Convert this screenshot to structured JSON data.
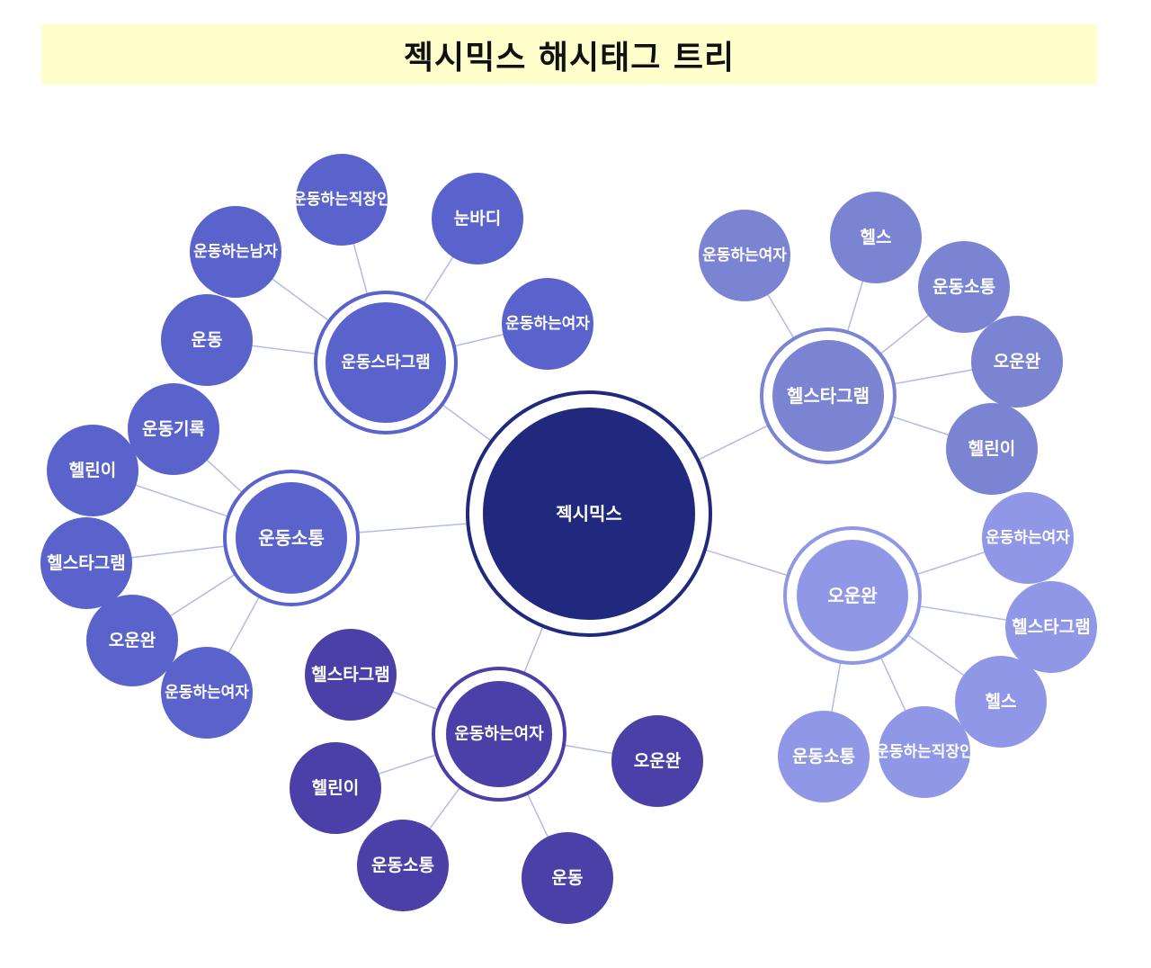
{
  "title": "젝시믹스 해시태그 트리",
  "colors": {
    "title_bg": "#ffffcc",
    "root": "#21297e",
    "link": "#b4bae6"
  },
  "tree": {
    "label": "젝시믹스",
    "color": "#21297e",
    "children": [
      {
        "label": "운동스타그램",
        "color": "#5a62cc",
        "children": [
          {
            "label": "운동"
          },
          {
            "label": "운동하는남자"
          },
          {
            "label": "운동하는직장인"
          },
          {
            "label": "눈바디"
          },
          {
            "label": "운동하는여자"
          }
        ]
      },
      {
        "label": "헬스타그램",
        "color": "#7b83d3",
        "children": [
          {
            "label": "운동하는여자"
          },
          {
            "label": "헬스"
          },
          {
            "label": "운동소통"
          },
          {
            "label": "오운완"
          },
          {
            "label": "헬린이"
          }
        ]
      },
      {
        "label": "오운완",
        "color": "#9097e6",
        "children": [
          {
            "label": "운동하는여자"
          },
          {
            "label": "헬스타그램"
          },
          {
            "label": "헬스"
          },
          {
            "label": "운동하는직장인"
          },
          {
            "label": "운동소통"
          }
        ]
      },
      {
        "label": "운동하는여자",
        "color": "#4a40a8",
        "children": [
          {
            "label": "헬스타그램"
          },
          {
            "label": "헬린이"
          },
          {
            "label": "운동소통"
          },
          {
            "label": "운동"
          },
          {
            "label": "오운완"
          }
        ]
      },
      {
        "label": "운동소통",
        "color": "#5a62cc",
        "children": [
          {
            "label": "운동기록"
          },
          {
            "label": "헬린이"
          },
          {
            "label": "헬스타그램"
          },
          {
            "label": "오운완"
          },
          {
            "label": "운동하는여자"
          }
        ]
      }
    ]
  }
}
